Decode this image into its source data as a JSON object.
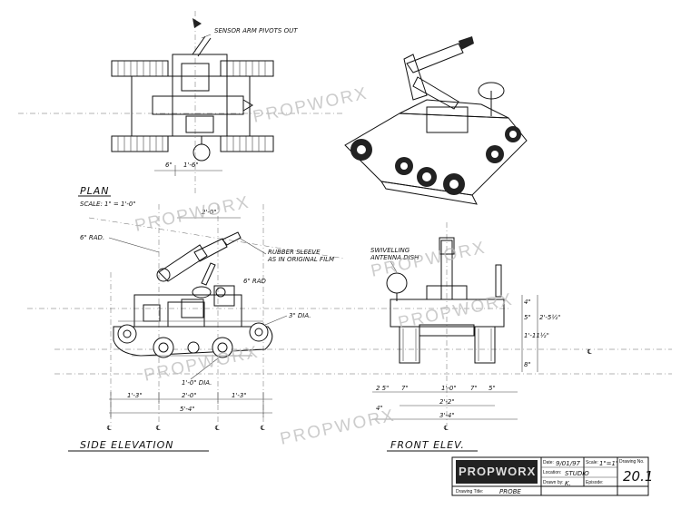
{
  "labels": {
    "sensor_note": "SENSOR ARM PIVOTS OUT",
    "plan_title": "PLAN",
    "plan_scale": "SCALE: 1\" = 1'-0\"",
    "rad6": "6\" RAD.",
    "rubber_sleeve_1": "RUBBER SLEEVE",
    "rubber_sleeve_2": "AS IN ORIGINAL FILM",
    "rad6_b": "6\" RAD",
    "dia3": "3\" DIA.",
    "dia10": "1'-0\" DIA.",
    "swivel_1": "SWIVELLING",
    "swivel_2": "ANTENNA DISH",
    "side_title": "SIDE ELEVATION",
    "front_title": "FRONT ELEV.",
    "centerline": "℄"
  },
  "dimensions": {
    "plan_6": "6\"",
    "plan_16": "1'-6\"",
    "side_20_top": "2'-0\"",
    "side_13a": "1'-3\"",
    "side_20": "2'-0\"",
    "side_13b": "1'-3\"",
    "side_54": "5'-4\"",
    "front_25": "2 5\"",
    "front_7a": "7\"",
    "front_10": "1'-0\"",
    "front_7b": "7\"",
    "front_5": "5\"",
    "front_22": "2'-2\"",
    "front_34": "3'-4\"",
    "front_4": "4\"",
    "front_h4": "4\"",
    "front_h5": "5\"",
    "front_h112": "1'-11½\"",
    "front_h2": "2'-5½\"",
    "front_h8": "8\""
  },
  "watermark": "PROPWORX",
  "title_block": {
    "logo_text": "PROPWORX",
    "date_label": "Date:",
    "date_value": "9/01/97",
    "scale_label": "Scale:",
    "scale_value": "1\"=1'",
    "drawing_no_label": "Drawing No.",
    "drawing_no_value": "20.1",
    "location_label": "Location:",
    "location_value": "STUDIO",
    "drawn_by_label": "Drawn by:",
    "drawn_by_value": "K.",
    "episode_label": "Episode:",
    "drawing_title_label": "Drawing Title:",
    "drawing_title_value": "PROBE"
  }
}
